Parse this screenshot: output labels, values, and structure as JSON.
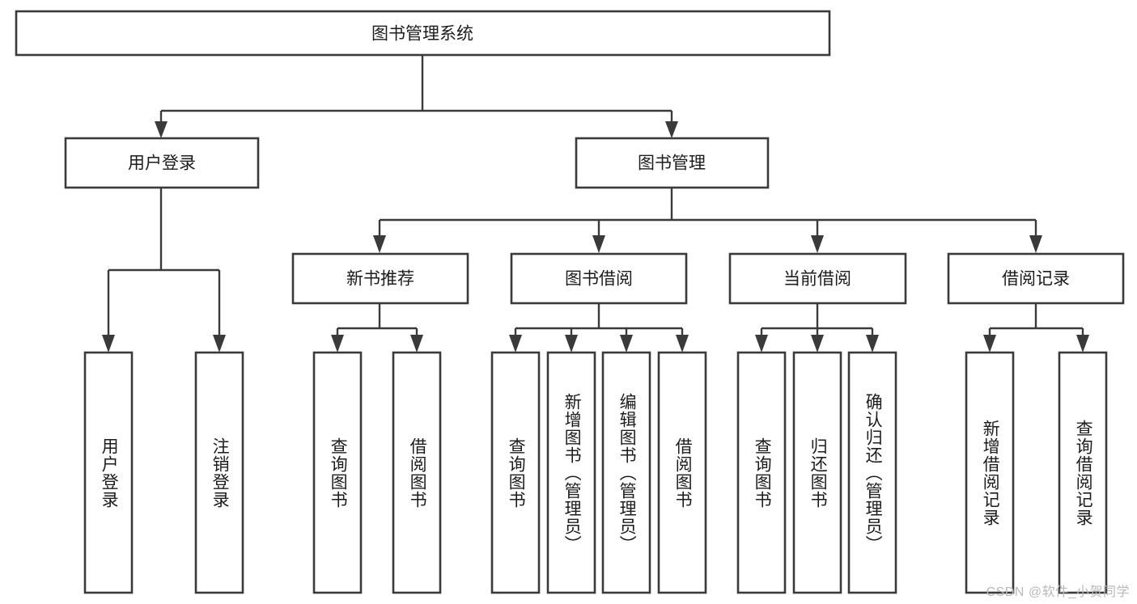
{
  "diagram": {
    "type": "tree-hierarchy-flowchart",
    "title": "图书管理系统",
    "orientation": "top-down",
    "box_fill": "#ffffff",
    "box_stroke": "#3a3a3a",
    "text_color": "#1c1c1c",
    "root": {
      "label": "图书管理系统",
      "level": 0
    },
    "level2": [
      {
        "label": "用户登录"
      },
      {
        "label": "图书管理"
      }
    ],
    "level3": [
      {
        "label": "新书推荐",
        "parent": "图书管理"
      },
      {
        "label": "图书借阅",
        "parent": "图书管理"
      },
      {
        "label": "当前借阅",
        "parent": "图书管理"
      },
      {
        "label": "借阅记录",
        "parent": "图书管理"
      }
    ],
    "leaves": {
      "用户登录": [
        "用户登录",
        "注销登录"
      ],
      "新书推荐": [
        "查询图书",
        "借阅图书"
      ],
      "图书借阅": [
        "查询图书",
        "新增图书（管理员）",
        "编辑图书（管理员）",
        "借阅图书"
      ],
      "当前借阅": [
        "查询图书",
        "归还图书",
        "确认归还（管理员）"
      ],
      "借阅记录": [
        "新增借阅记录",
        "查询借阅记录"
      ]
    },
    "leaf_list": [
      "用户登录",
      "注销登录",
      "查询图书",
      "借阅图书",
      "查询图书",
      "新增图书（管理员）",
      "编辑图书（管理员）",
      "借阅图书",
      "查询图书",
      "归还图书",
      "确认归还（管理员）",
      "新增借阅记录",
      "查询借阅记录"
    ]
  },
  "watermark": {
    "text": "CSDN @软件_小贺同学"
  }
}
